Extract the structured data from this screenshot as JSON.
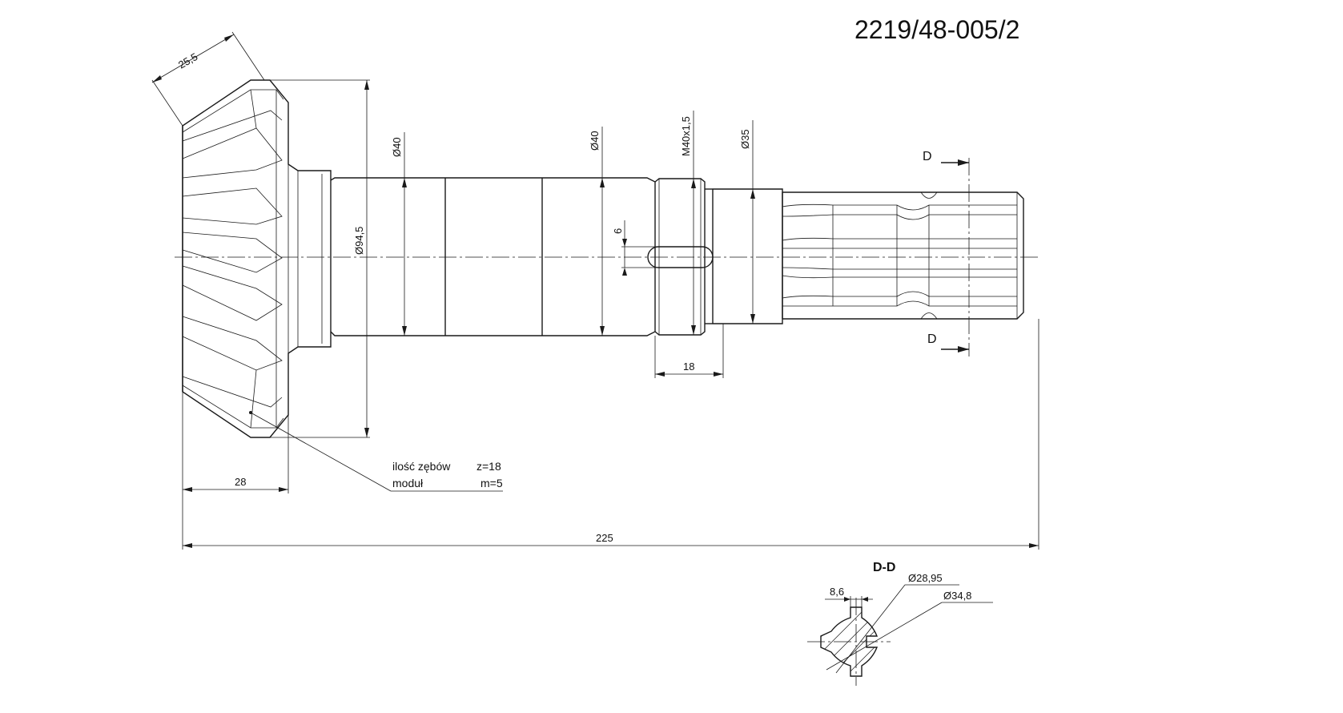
{
  "drawing": {
    "part_number": "2219/48-005/2",
    "section_marker": "D",
    "section_view_title": "D-D",
    "gear_notes": {
      "teeth_label": "ilość zębów",
      "teeth_value": "z=18",
      "module_label": "moduł",
      "module_value": "m=5"
    },
    "dimensions": {
      "face_width": "25,5",
      "gear_diameter": "Ø94,5",
      "bearing_seat_1": "Ø40",
      "bearing_seat_2": "Ø40",
      "thread": "M40x1,5",
      "shaft_diameter": "Ø35",
      "slot_width": "6",
      "thread_length": "18",
      "gear_length": "28",
      "total_length": "225",
      "spline_key_width": "8,6",
      "spline_minor_diameter": "Ø28,95",
      "spline_major_diameter": "Ø34,8"
    }
  }
}
